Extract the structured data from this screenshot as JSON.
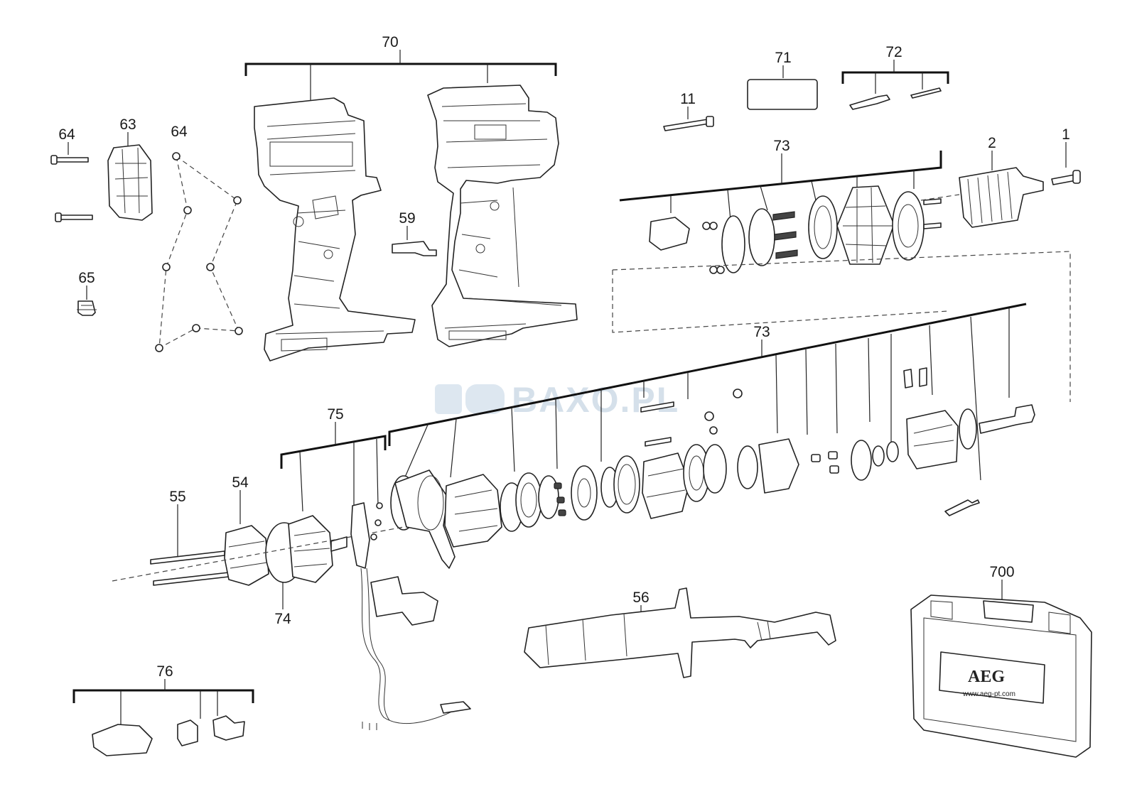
{
  "diagram": {
    "callouts": {
      "c1": "1",
      "c2": "2",
      "c11": "11",
      "c54": "54",
      "c55": "55",
      "c56": "56",
      "c59": "59",
      "c63": "63",
      "c64a": "64",
      "c64b": "64",
      "c65": "65",
      "c70": "70",
      "c71": "71",
      "c72": "72",
      "c73a": "73",
      "c73b": "73",
      "c74": "74",
      "c75": "75",
      "c76": "76",
      "c700": "700"
    },
    "case_brand": "AEG",
    "case_url": "www.aeg-pt.com",
    "watermark": "BAXO.PL"
  }
}
